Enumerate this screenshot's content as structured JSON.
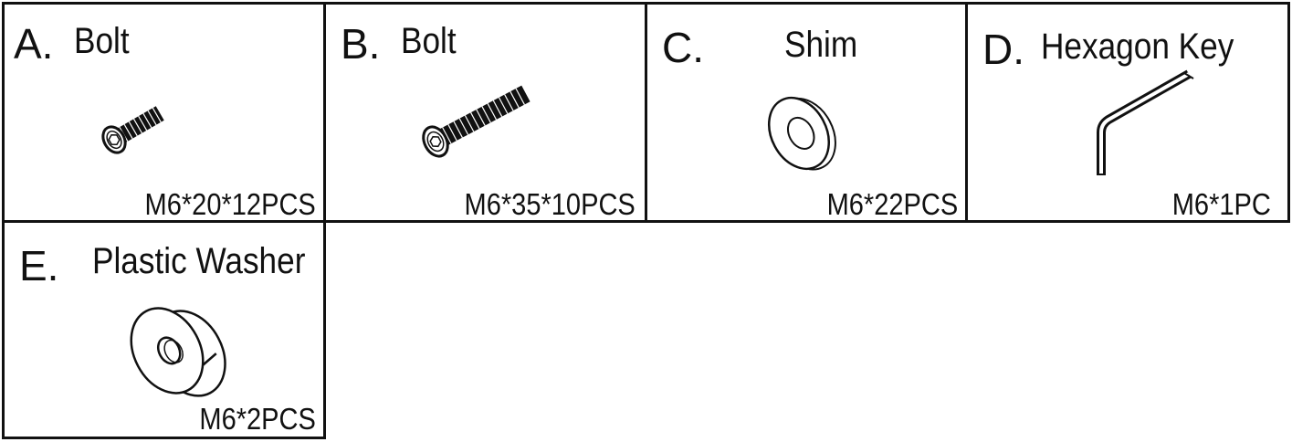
{
  "parts": [
    {
      "letter": "A.",
      "name": "Bolt",
      "spec": "M6*20*12PCS",
      "icon": "short-bolt-icon"
    },
    {
      "letter": "B.",
      "name": "Bolt",
      "spec": "M6*35*10PCS",
      "icon": "long-bolt-icon"
    },
    {
      "letter": "C.",
      "name": "Shim",
      "spec": "M6*22PCS",
      "icon": "shim-washer-icon"
    },
    {
      "letter": "D.",
      "name": "Hexagon Key",
      "spec": "M6*1PC",
      "icon": "hex-key-icon"
    },
    {
      "letter": "E.",
      "name": "Plastic Washer",
      "spec": "M6*2PCS",
      "icon": "plastic-washer-icon"
    }
  ],
  "colors": {
    "line": "#111111",
    "background": "#ffffff"
  }
}
